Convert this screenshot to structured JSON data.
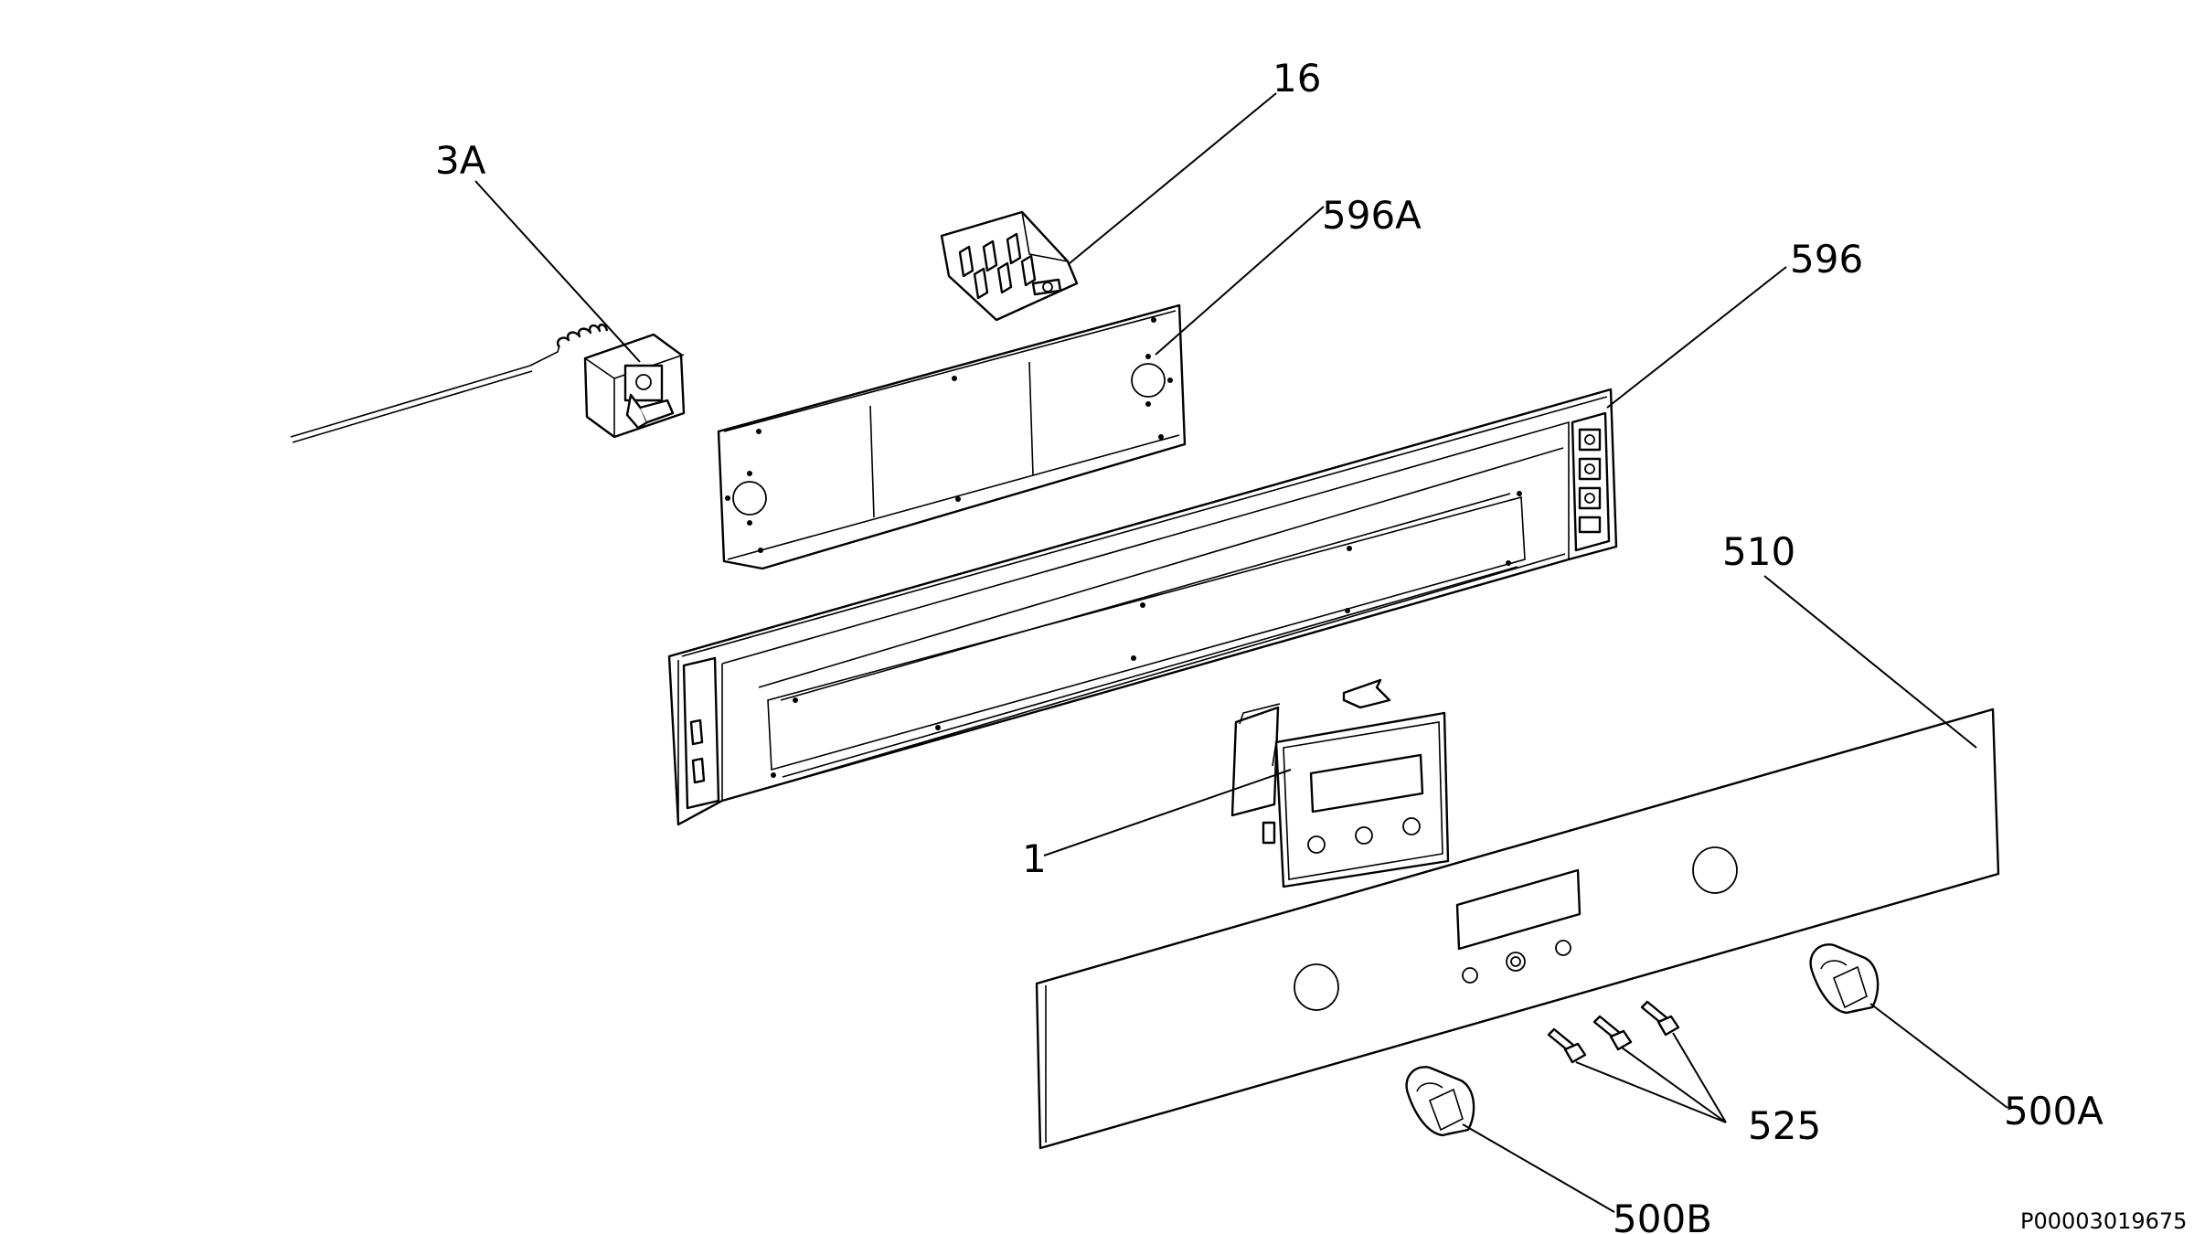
{
  "diagram": {
    "labels": {
      "thermostat": "3A",
      "selector_switch": "16",
      "mounting_bracket": "596A",
      "panel_frame": "596",
      "control_panel": "510",
      "timer_module": "1",
      "knob_right": "500A",
      "knob_left": "500B",
      "push_rods": "525"
    },
    "document_id": "P00003019675"
  }
}
